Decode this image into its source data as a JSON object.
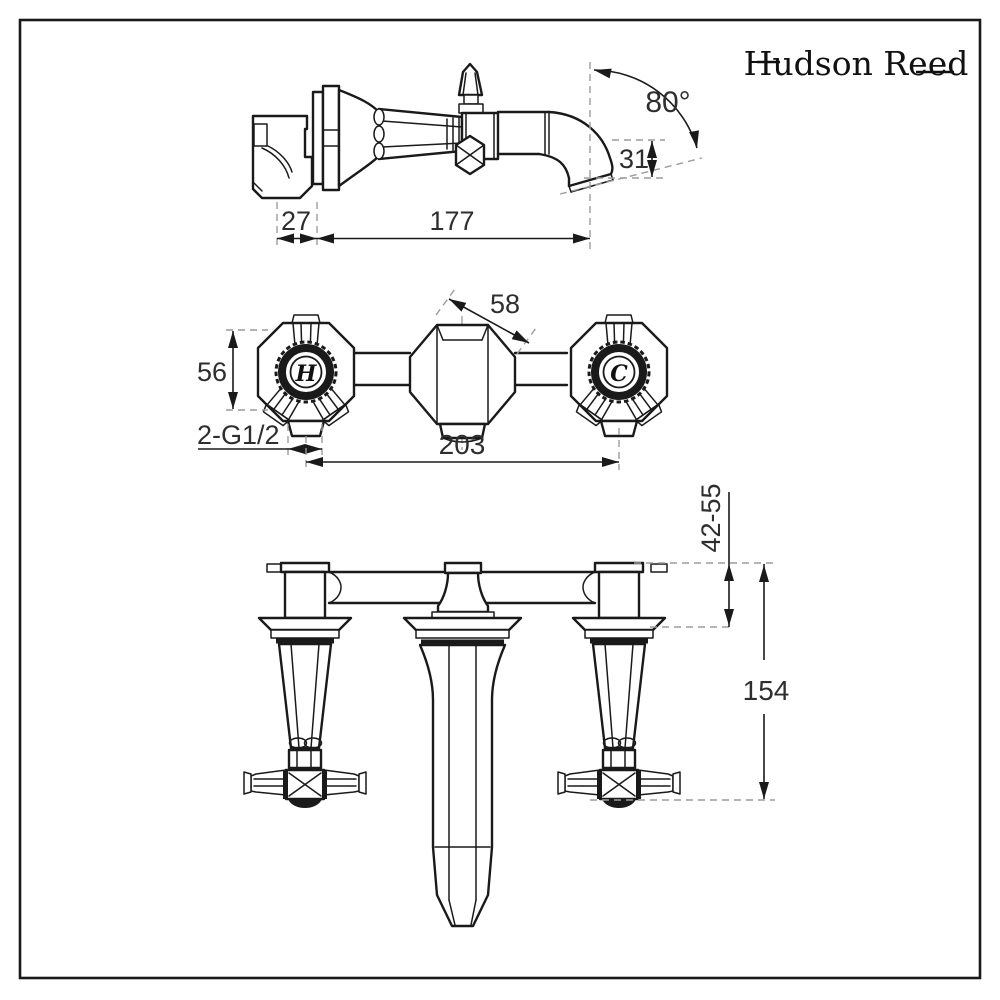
{
  "brand": {
    "name": "Hudson Reed"
  },
  "colors": {
    "line": "#1a1a1a",
    "dim_text": "#2e2e2e",
    "extension_dash": "#9c9c9c",
    "background": "#ffffff"
  },
  "views": {
    "spout_side": {
      "dims": {
        "outlet_angle": "80°",
        "outlet_drop": "31",
        "wall_plate_depth": "27",
        "spout_reach": "177"
      }
    },
    "valve_front": {
      "dims": {
        "boss_diameter": "58",
        "handle_height": "56",
        "inlet_thread": "2-G1/2",
        "handle_centres": "203"
      },
      "hot_handle_letter": "H",
      "cold_handle_letter": "C"
    },
    "plan": {
      "dims": {
        "wall_depth_range": "42-55",
        "spout_projection": "154"
      }
    }
  }
}
